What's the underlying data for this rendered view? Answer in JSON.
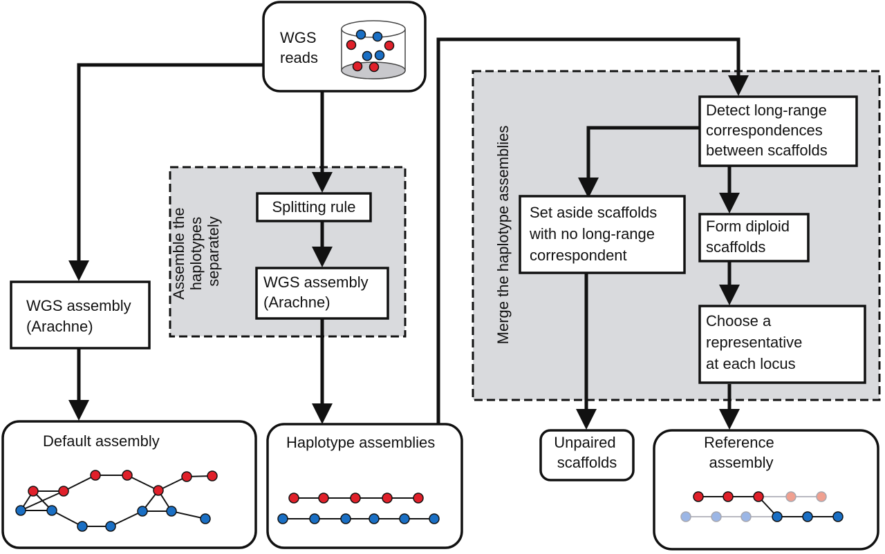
{
  "nodes": {
    "wgs_reads": [
      "WGS",
      "reads"
    ],
    "wgs_assembly_left": [
      "WGS assembly",
      "(Arachne)"
    ],
    "default_assembly": "Default assembly",
    "splitting_rule": "Splitting rule",
    "wgs_assembly_mid": [
      "WGS assembly",
      "(Arachne)"
    ],
    "haplotype_assemblies": "Haplotype assemblies",
    "detect": [
      "Detect long-range",
      "correspondences",
      "between scaffolds"
    ],
    "set_aside": [
      "Set aside scaffolds",
      "with no long-range",
      "correspondent"
    ],
    "form_diploid": [
      "Form diploid",
      "scaffolds"
    ],
    "choose": [
      "Choose a",
      "representative",
      "at each locus"
    ],
    "unpaired": [
      "Unpaired",
      "scaffolds"
    ],
    "reference": [
      "Reference",
      "assembly"
    ]
  },
  "panels": {
    "assemble_separately": [
      "Assemble the",
      "haplotypes",
      "separately"
    ],
    "merge": "Merge the haplotype assemblies"
  },
  "colors": {
    "red": "#e0202a",
    "blue": "#1a6fc4",
    "faded_red": "#f0a090",
    "faded_blue": "#9bb6e6",
    "panel_gray": "#d9dadd",
    "line": "#111111"
  }
}
